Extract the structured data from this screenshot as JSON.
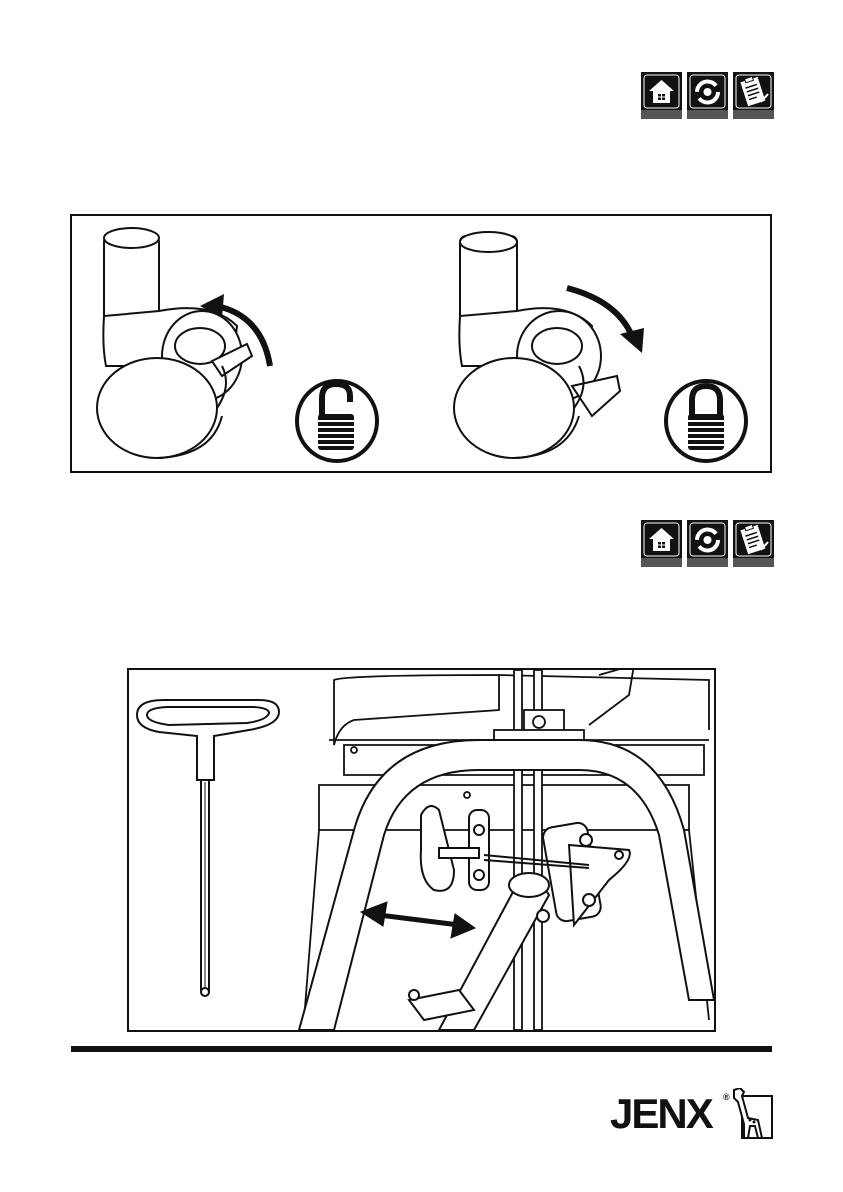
{
  "brand": {
    "name": "JENX",
    "registered_mark": "®"
  },
  "icon_strips": [
    {
      "icons": [
        "home-icon",
        "service-icon",
        "checklist-icon"
      ]
    },
    {
      "icons": [
        "home-icon",
        "service-icon",
        "checklist-icon"
      ]
    }
  ],
  "figures": [
    {
      "panels": [
        "castor-unlocked",
        "castor-locked"
      ],
      "symbols": [
        "padlock-unlocked-icon",
        "padlock-locked-icon"
      ]
    },
    {
      "panels": [
        "t-handle-hex-key",
        "frame-width-adjustment"
      ],
      "symbols": [
        "double-arrow-icon"
      ]
    }
  ]
}
